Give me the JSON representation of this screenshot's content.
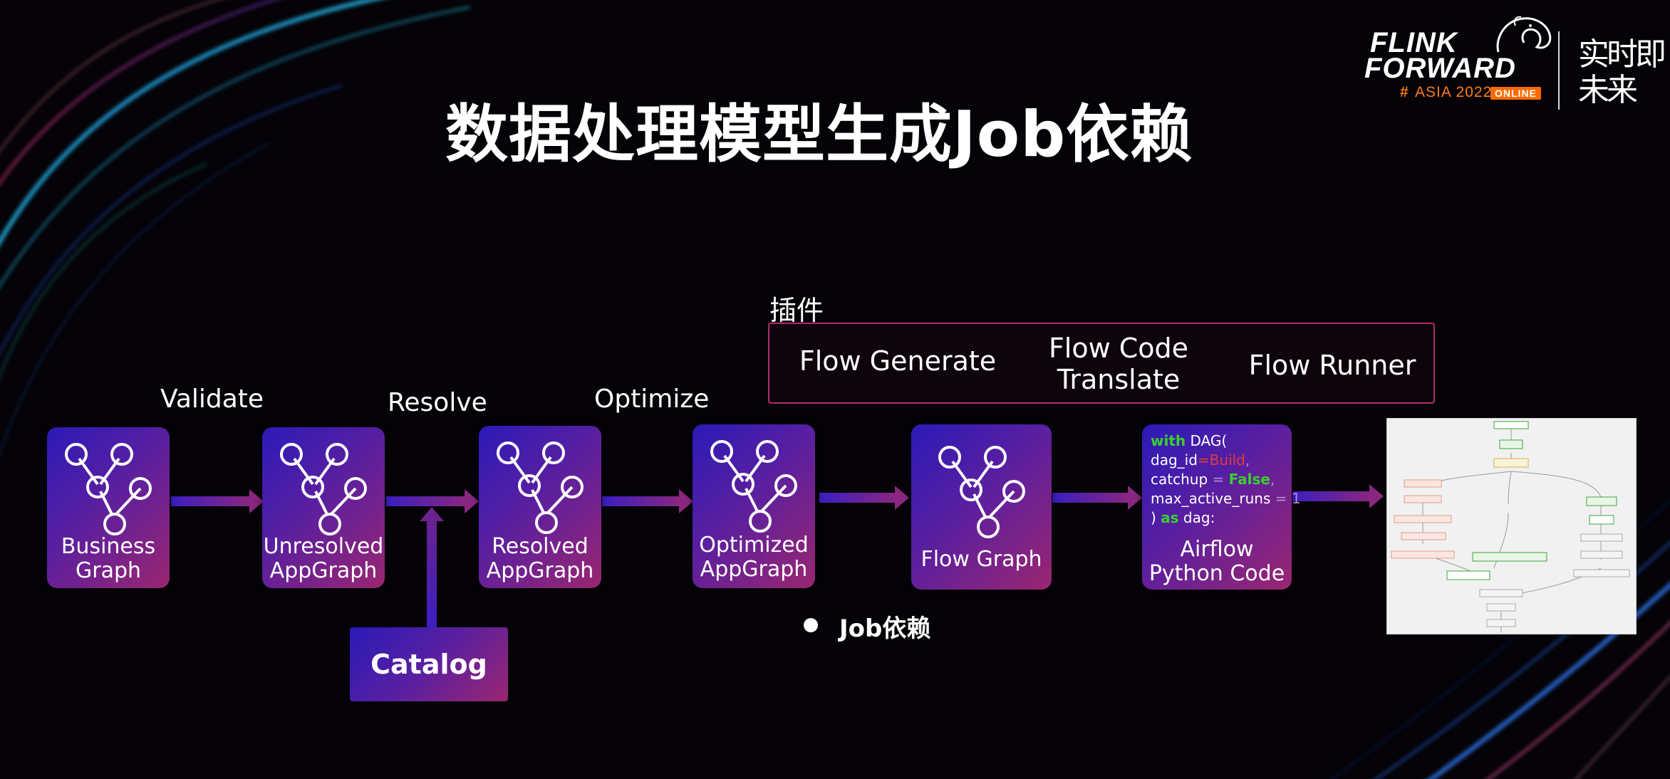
{
  "title": "数据处理模型生成Job依赖",
  "logo": {
    "line1": "FLINK",
    "line2": "FORWARD",
    "hash": "#",
    "asia": "ASIA 2022",
    "online": "ONLINE",
    "cn_line1": "实时即",
    "cn_line2": "未来"
  },
  "stages": {
    "validate": "Validate",
    "resolve": "Resolve",
    "optimize": "Optimize"
  },
  "plugin": {
    "label": "插件",
    "items": [
      "Flow Generate",
      "Flow Code\nTranslate",
      "Flow Runner"
    ]
  },
  "nodes": {
    "business_graph": {
      "line1": "Business",
      "line2": "Graph"
    },
    "unresolved_appgraph": {
      "line1": "Unresolved",
      "line2": "AppGraph"
    },
    "resolved_appgraph": {
      "line1": "Resolved",
      "line2": "AppGraph"
    },
    "optimized_appgraph": {
      "line1": "Optimized",
      "line2": "AppGraph"
    },
    "flow_graph": {
      "line1": "Flow  Graph"
    },
    "airflow_code": {
      "line1": "Airflow",
      "line2": "Python Code"
    }
  },
  "code": {
    "l1_kw": "with",
    "l1_rest": " DAG(",
    "l2_a": "dag_id",
    "l2_eq": "=",
    "l2_b": "Build",
    "l2_c": ",",
    "l3_a": "catchup",
    "l3_eq": " = ",
    "l3_b": "False",
    "l3_c": ",",
    "l4_a": "max_active_runs",
    "l4_b": " = 1",
    "l5_a": ") ",
    "l5_kw": "as",
    "l5_b": " dag:"
  },
  "catalog": "Catalog",
  "bullet": "Job依赖",
  "colors": {
    "node_start": "#2b1ab8",
    "node_end": "#9a2670",
    "arrow": "#6a2390",
    "plugin_border": "#b02a6a",
    "code_keyword": "#3ad12c",
    "code_string": "#e23b3b",
    "logo_accent": "#ff6a00"
  }
}
